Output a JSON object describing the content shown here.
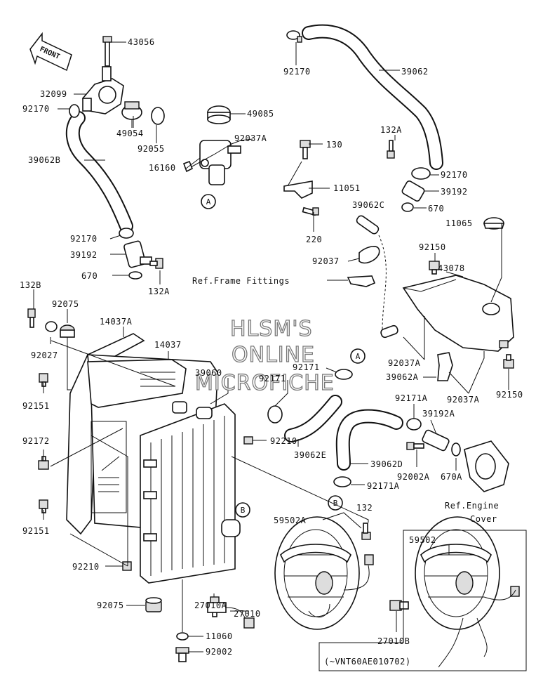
{
  "watermark": [
    "HLSM'S",
    "ONLINE",
    "MICROFICHE"
  ],
  "front_badge": "FRONT",
  "callouts": {
    "a": "A",
    "b": "B"
  },
  "notes": {
    "ref_frame": "Ref.Frame Fittings",
    "ref_engine_1": "Ref.Engine",
    "ref_engine_2": "Cover",
    "serial": "(~VNT60AE010702)"
  },
  "labels": {
    "p43056": "43056",
    "p92170_top": "92170",
    "p39062": "39062",
    "p32099": "32099",
    "p92170_left": "92170",
    "p49085": "49085",
    "p49054": "49054",
    "p92055": "92055",
    "p92037a_top": "92037A",
    "p130": "130",
    "p16160": "16160",
    "p11051": "11051",
    "p132a_top": "132A",
    "p92170_right": "92170",
    "p39192_right": "39192",
    "p670_right": "670",
    "p39062b": "39062B",
    "p39062c": "39062C",
    "p220": "220",
    "p11065": "11065",
    "p92170_mid": "92170",
    "p39192_mid": "39192",
    "p670_mid": "670",
    "p132a_mid": "132A",
    "p92150_top": "92150",
    "p43078": "43078",
    "p92037": "92037",
    "p132b": "132B",
    "p92075_top": "92075",
    "p14037a": "14037A",
    "p14037": "14037",
    "p92027": "92027",
    "p39060": "39060",
    "p92171_a": "92171",
    "p92171_b": "92171",
    "p92037a_mid": "92037A",
    "p39062a": "39062A",
    "p92037a_low": "92037A",
    "p92150_low": "92150",
    "p92151_top": "92151",
    "p92171a_top": "92171A",
    "p39192a": "39192A",
    "p92172": "92172",
    "p92210_mid": "92210",
    "p39062e": "39062E",
    "p39062d": "39062D",
    "p92002a": "92002A",
    "p670a": "670A",
    "p92171a_low": "92171A",
    "p92151_low": "92151",
    "p132_low": "132",
    "p59502a": "59502A",
    "p59502": "59502",
    "p92210_low": "92210",
    "p92075_low": "92075",
    "p27010a": "27010A",
    "p27010": "27010",
    "p27010b": "27010B",
    "p11060": "11060",
    "p92002": "92002"
  }
}
